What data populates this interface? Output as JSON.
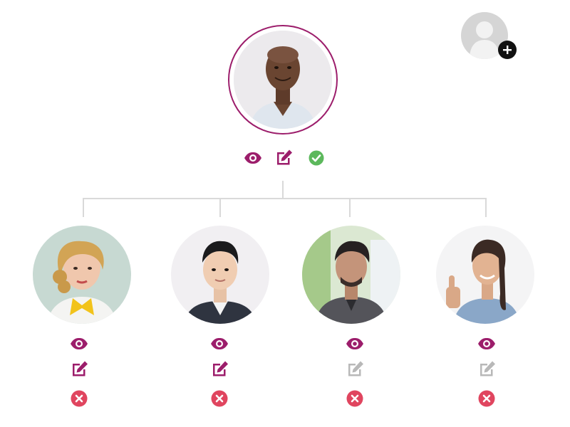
{
  "colors": {
    "accent": "#9c1d6b",
    "approve": "#5cb85c",
    "remove": "#e0455f",
    "disabled": "#b8b8b8",
    "connector": "#d9d9d9"
  },
  "add_user": {
    "icon": "add-user-icon",
    "badge_icon": "plus-icon"
  },
  "root": {
    "avatar": "man-portrait",
    "actions": [
      "view-icon",
      "edit-icon",
      "approve-check-icon"
    ]
  },
  "children": [
    {
      "avatar": "woman-curly-hair-yellow-bow",
      "actions": [
        "view-icon",
        "edit-icon",
        "remove-icon"
      ],
      "edit_enabled": true
    },
    {
      "avatar": "man-suit",
      "actions": [
        "view-icon",
        "edit-icon",
        "remove-icon"
      ],
      "edit_enabled": true
    },
    {
      "avatar": "man-jacket-outdoor",
      "actions": [
        "view-icon",
        "edit-icon",
        "remove-icon"
      ],
      "edit_enabled": false
    },
    {
      "avatar": "woman-thumbs-up",
      "actions": [
        "view-icon",
        "edit-icon",
        "remove-icon"
      ],
      "edit_enabled": false
    }
  ]
}
